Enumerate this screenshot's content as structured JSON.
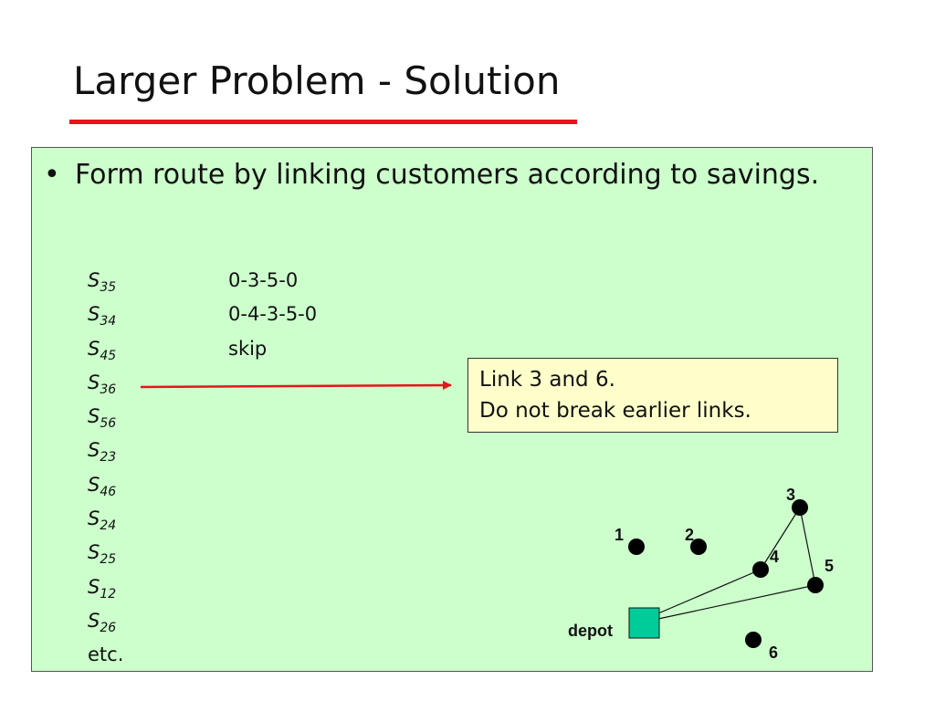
{
  "slide": {
    "title": "Larger Problem - Solution",
    "bullet_marker": "•",
    "bullet_text": "Form route by linking customers according to savings.",
    "savings": [
      {
        "label": "S",
        "sub": "35",
        "route": "0-3-5-0"
      },
      {
        "label": "S",
        "sub": "34",
        "route": "0-4-3-5-0"
      },
      {
        "label": "S",
        "sub": "45",
        "route": "skip"
      },
      {
        "label": "S",
        "sub": "36",
        "route": ""
      },
      {
        "label": "S",
        "sub": "56",
        "route": ""
      },
      {
        "label": "S",
        "sub": "23",
        "route": ""
      },
      {
        "label": "S",
        "sub": "46",
        "route": ""
      },
      {
        "label": "S",
        "sub": "24",
        "route": ""
      },
      {
        "label": "S",
        "sub": "25",
        "route": ""
      },
      {
        "label": "S",
        "sub": "12",
        "route": ""
      },
      {
        "label": "S",
        "sub": "26",
        "route": ""
      },
      {
        "label": "etc.",
        "sub": "",
        "route": ""
      }
    ],
    "callout_lines": [
      "Link 3 and 6.",
      "Do not break earlier links."
    ]
  },
  "network": {
    "depot_label": "depot",
    "nodes": [
      "1",
      "2",
      "3",
      "4",
      "5",
      "6"
    ]
  },
  "colors": {
    "accent_red": "#e8141c",
    "content_bg": "#ccffcc",
    "callout_bg": "#ffffcc",
    "depot_fill": "#00cc99"
  }
}
